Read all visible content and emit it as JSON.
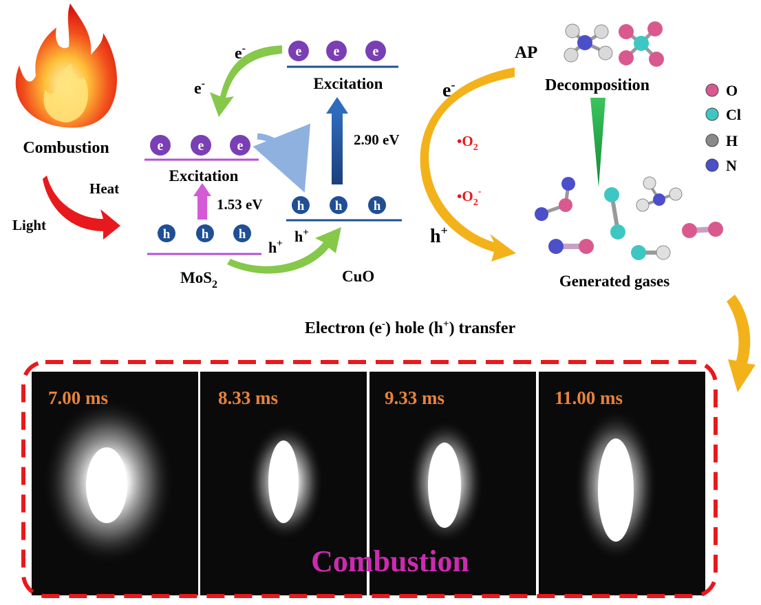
{
  "left": {
    "combustion_label": "Combustion",
    "heat_label": "Heat",
    "light_label": "Light"
  },
  "mos2": {
    "electrons": [
      "e",
      "e",
      "e"
    ],
    "holes": [
      "h",
      "h",
      "h"
    ],
    "excitation_label": "Excitation",
    "gap_label": "1.53 eV",
    "material_main": "MoS",
    "material_sub": "2",
    "hole_charge_main": "h",
    "hole_charge_sup": "+"
  },
  "cuo": {
    "electrons": [
      "e",
      "e",
      "e"
    ],
    "holes": [
      "h",
      "h",
      "h"
    ],
    "excitation_label": "Excitation",
    "gap_label": "2.90 eV",
    "material_label": "CuO",
    "hole_charge_main": "h",
    "hole_charge_sup": "+"
  },
  "transfer": {
    "electron_main": "e",
    "electron_sup": "-",
    "superoxide_1": "•O",
    "superoxide_1_sub": "2",
    "superoxide_2": "•O",
    "superoxide_2_sub": "2",
    "superoxide_2_sup": "-",
    "hole_main": "h",
    "hole_sup": "+"
  },
  "ap": {
    "ap_label": "AP",
    "decomposition_label": "Decomposition",
    "generated_label": "Generated gases"
  },
  "legend": [
    {
      "symbol": "O",
      "color": "#d9598f"
    },
    {
      "symbol": "Cl",
      "color": "#3ec7c2"
    },
    {
      "symbol": "H",
      "color": "#8a8a8a"
    },
    {
      "symbol": "N",
      "color": "#4b4fc9"
    }
  ],
  "caption": {
    "part1": "Electron (e",
    "part1_sup": "-",
    "part2": ") hole (h",
    "part2_sup": "+",
    "part3": ") transfer"
  },
  "frames": [
    {
      "time": "7.00 ms"
    },
    {
      "time": "8.33 ms"
    },
    {
      "time": "9.33 ms"
    },
    {
      "time": "11.00 ms"
    }
  ],
  "bottom_label": "Combustion",
  "colors": {
    "mos2_band": "#b44fd6",
    "cuo_band": "#1f4f94",
    "electron_fill": "#7a3fb4",
    "hole_fill": "#1f4f94",
    "green_arrow": "#86c84a",
    "red_arrow": "#e8191c",
    "orange_arrow": "#f3b21a",
    "frame_text": "#e8833a",
    "combustion_text": "#cc2bb0",
    "dash_border": "#e8191c"
  }
}
